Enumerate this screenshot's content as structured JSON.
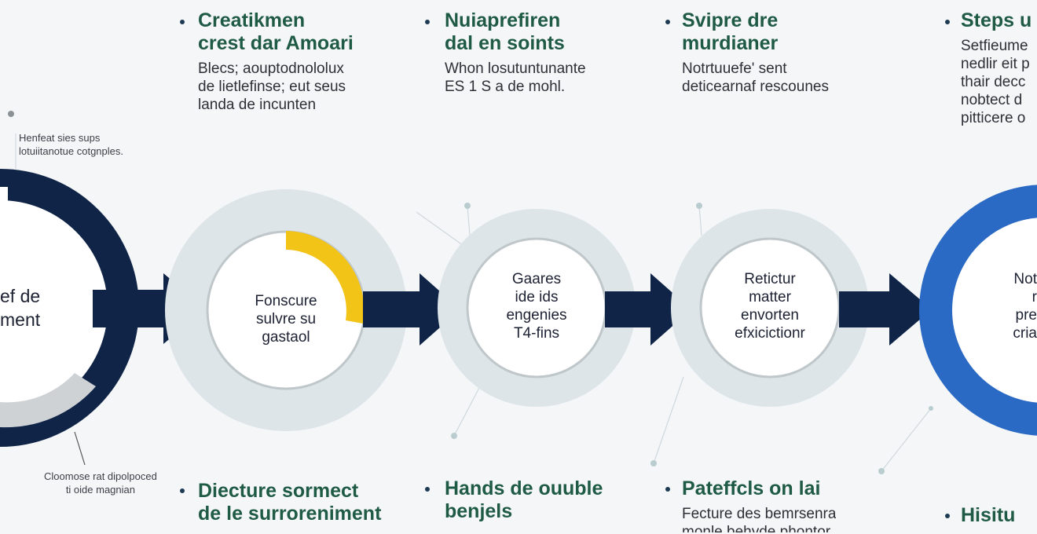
{
  "top_blocks": [
    {
      "heading": [
        "Creatikmen",
        "crest dar Amoari"
      ],
      "desc": [
        "Blecs; aouptodnololux",
        "de lietlefinse; eut seus",
        "landa de incunten"
      ]
    },
    {
      "heading": [
        "Nuiaprefiren",
        "dal en soints"
      ],
      "desc": [
        "Whon losutuntunante",
        "ES 1 S a de mohl."
      ]
    },
    {
      "heading": [
        "Svipre dre",
        "murdianer"
      ],
      "desc": [
        "Notrtuuefe' sent",
        "deticearnaf rescounes"
      ]
    },
    {
      "heading": [
        "Steps u"
      ],
      "desc": [
        "Setfieume",
        "nedlir eit p",
        "thair decc",
        "nobtect d",
        "pitticere o"
      ]
    }
  ],
  "bottom_blocks": [
    {
      "heading": [
        "Diecture sormect",
        "de le surroreniment"
      ],
      "desc": []
    },
    {
      "heading": [
        "Hands de ouuble",
        "benjels"
      ],
      "desc": []
    },
    {
      "heading": [
        "Pateffcls on lai"
      ],
      "desc": [
        "Fecture des bemrsenra",
        "monle behyde phontor"
      ]
    },
    {
      "heading": [
        "Hisitu"
      ],
      "desc": []
    }
  ],
  "notes": {
    "top_left": [
      "Henfeat sies sups",
      "lotuiitanotue cotgnples."
    ],
    "bottom_left": [
      "Cloomose rat dipolpoced",
      "ti oide magnian"
    ]
  },
  "circles": [
    {
      "label": [
        "ef de",
        "ment"
      ]
    },
    {
      "label": [
        "Fonscure",
        "sulvre su",
        "gastaol"
      ]
    },
    {
      "label": [
        "Gaares",
        "ide ids",
        "engenies",
        "T4-fins"
      ]
    },
    {
      "label": [
        "Retictur",
        "matter",
        "envorten",
        "efxicictionr"
      ]
    },
    {
      "label": [
        "Not",
        "r",
        "pre",
        "cria"
      ]
    }
  ],
  "colors": {
    "navy": "#0f2447",
    "heading_green": "#1f5a45",
    "yellow": "#f2c417",
    "halo": "#dde5e8",
    "blue": "#2a6ac4",
    "gray_segment": "#cfd2d5"
  }
}
